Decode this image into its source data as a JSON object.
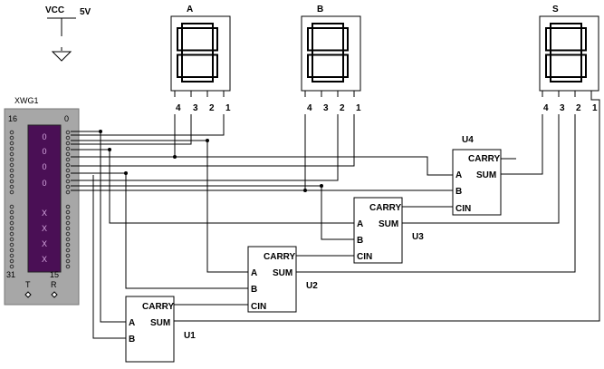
{
  "power": {
    "label": "VCC",
    "value": "5V"
  },
  "generator": {
    "name": "XWG1",
    "left_pin": "16",
    "right_pin": "0",
    "bottom_left": "31",
    "bottom_right": "15",
    "t_label": "T",
    "r_label": "R",
    "display_values": [
      "0",
      "0",
      "0",
      "0",
      "X",
      "X",
      "X",
      "X"
    ]
  },
  "displays": [
    {
      "label": "A",
      "pins": [
        "4",
        "3",
        "2",
        "1"
      ]
    },
    {
      "label": "B",
      "pins": [
        "4",
        "3",
        "2",
        "1"
      ]
    },
    {
      "label": "S",
      "pins": [
        "4",
        "3",
        "2",
        "1"
      ]
    }
  ],
  "adders": [
    {
      "name": "U1",
      "carry": "CARRY",
      "a": "A",
      "b": "B",
      "sum": "SUM",
      "cin": ""
    },
    {
      "name": "U2",
      "carry": "CARRY",
      "a": "A",
      "b": "B",
      "sum": "SUM",
      "cin": "CIN"
    },
    {
      "name": "U3",
      "carry": "CARRY",
      "a": "A",
      "b": "B",
      "sum": "SUM",
      "cin": "CIN"
    },
    {
      "name": "U4",
      "carry": "CARRY",
      "a": "A",
      "b": "B",
      "sum": "SUM",
      "cin": "CIN"
    }
  ],
  "colors": {
    "generator_bg": "#a7a7a7",
    "generator_screen": "#4a0f55",
    "led_on": "#000000"
  }
}
